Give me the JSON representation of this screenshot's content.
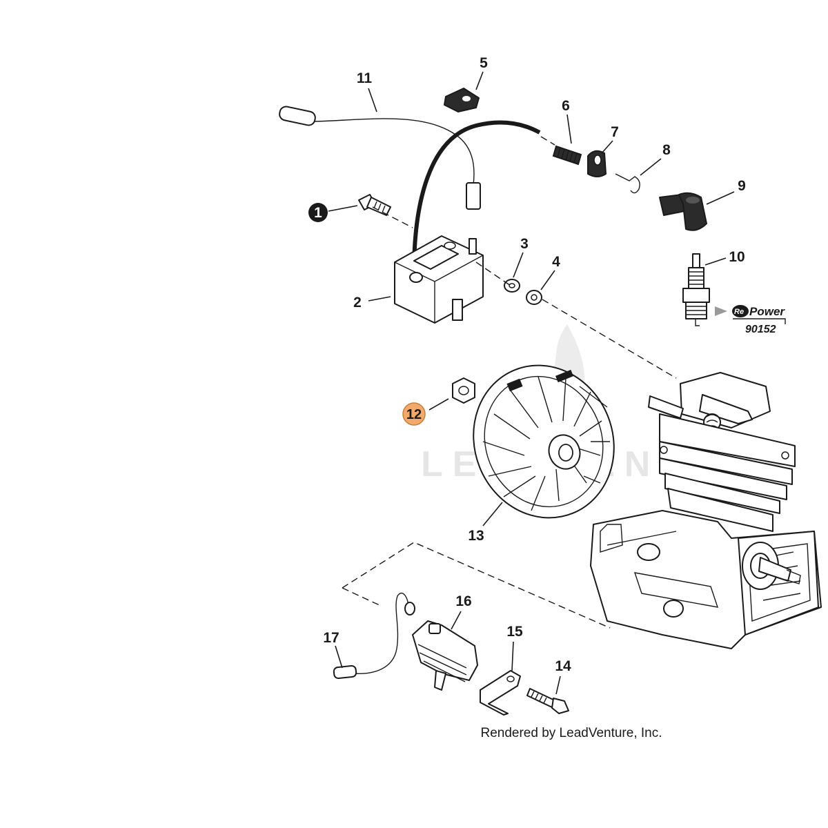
{
  "diagram": {
    "callouts": [
      {
        "id": "1",
        "label": "1"
      },
      {
        "id": "2",
        "label": "2"
      },
      {
        "id": "3",
        "label": "3"
      },
      {
        "id": "4",
        "label": "4"
      },
      {
        "id": "5",
        "label": "5"
      },
      {
        "id": "6",
        "label": "6"
      },
      {
        "id": "7",
        "label": "7"
      },
      {
        "id": "8",
        "label": "8"
      },
      {
        "id": "9",
        "label": "9"
      },
      {
        "id": "10",
        "label": "10"
      },
      {
        "id": "11",
        "label": "11"
      },
      {
        "id": "12",
        "label": "12"
      },
      {
        "id": "13",
        "label": "13"
      },
      {
        "id": "14",
        "label": "14"
      },
      {
        "id": "15",
        "label": "15"
      },
      {
        "id": "16",
        "label": "16"
      },
      {
        "id": "17",
        "label": "17"
      }
    ],
    "highlighted_callout": "12",
    "highlight_color": "#f2a96a",
    "filled_callout": "1",
    "brand": {
      "prefix": "Re",
      "name": "Power",
      "part_number": "90152"
    },
    "watermark": "LEADVENTURE",
    "credit": "Rendered by LeadVenture, Inc."
  }
}
